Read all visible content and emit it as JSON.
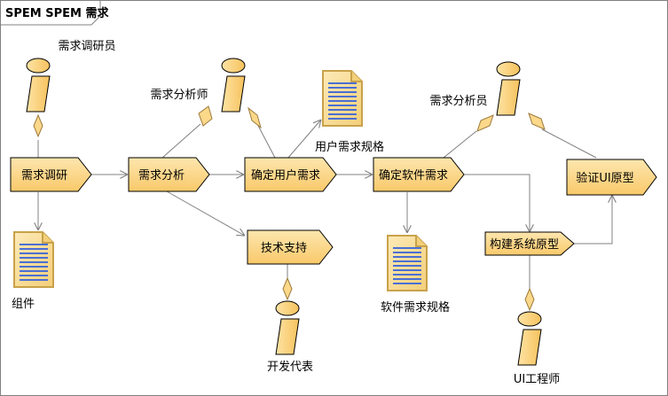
{
  "frame": {
    "title": "SPEM SPEM 需求"
  },
  "roles": {
    "researcher": "需求调研员",
    "analyst_left": "需求分析师",
    "analyst_right": "需求分析员",
    "developer_rep": "开发代表",
    "ui_engineer": "UI工程师"
  },
  "tasks": {
    "t1": "需求调研",
    "t2": "需求分析",
    "t3": "确定用户需求",
    "t4": "确定软件需求",
    "t5": "验证UI原型",
    "t6": "技术支持",
    "t7": "构建系统原型"
  },
  "products": {
    "component": "组件",
    "user_spec": "用户需求规格",
    "software_spec": "软件需求规格"
  },
  "colors": {
    "fill": "#fcd88a",
    "stroke": "#9c7a3c",
    "doc_fill": "#fce4a0",
    "doc_stroke": "#c8a24a",
    "doc_lines": "#4a6fd4",
    "edge": "#808080"
  }
}
